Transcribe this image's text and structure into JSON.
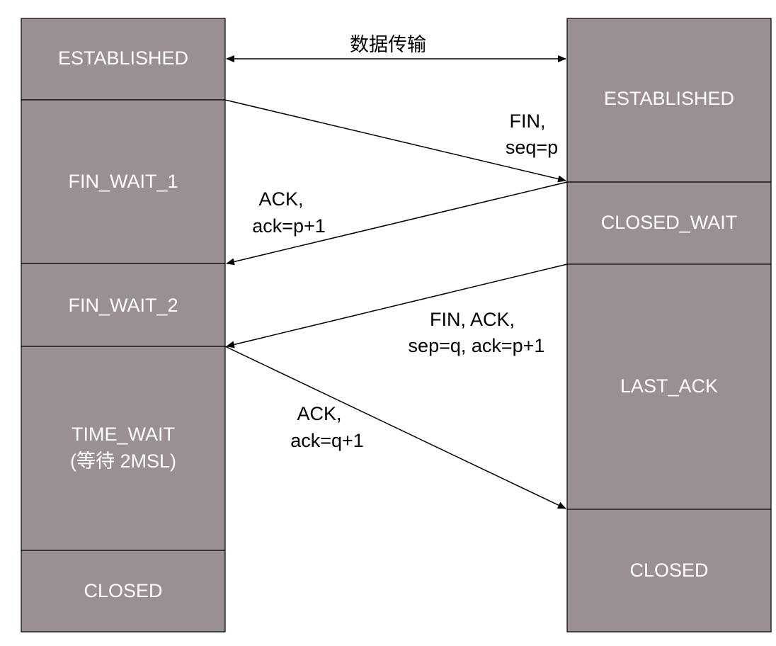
{
  "colors": {
    "state_fill": "#9a8f93",
    "state_text": "#ffffff",
    "line": "#000000"
  },
  "transfer_label": "数据传输",
  "client": {
    "states": [
      "ESTABLISHED",
      "FIN_WAIT_1",
      "FIN_WAIT_2",
      "TIME_WAIT",
      "(等待 2MSL)",
      "CLOSED"
    ]
  },
  "server": {
    "states": [
      "ESTABLISHED",
      "CLOSED_WAIT",
      "LAST_ACK",
      "CLOSED"
    ]
  },
  "messages": {
    "fin1": [
      "FIN,",
      "seq=p"
    ],
    "ack1": [
      "ACK,",
      "ack=p+1"
    ],
    "fin2": [
      "FIN, ACK,",
      "sep=q, ack=p+1"
    ],
    "ack2": [
      "ACK,",
      "ack=q+1"
    ]
  }
}
